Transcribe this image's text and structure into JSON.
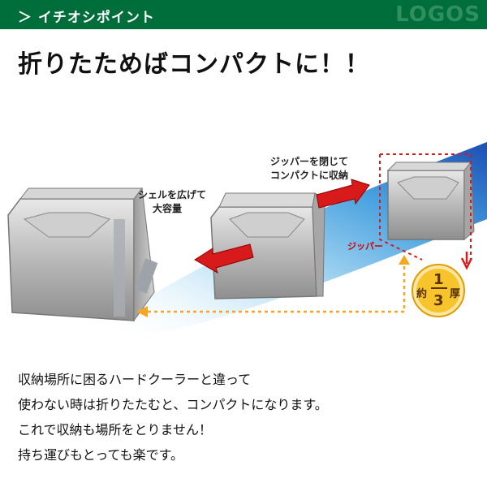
{
  "header": {
    "title": "＞ イチオシポイント",
    "logo": "LOGOS",
    "background": "#006e3a"
  },
  "headline": "折りたためばコンパクトに！！",
  "diagram": {
    "label_open": [
      "シェルを広げて",
      "大容量"
    ],
    "label_close": [
      "ジッパーを閉じて",
      "コンパクトに収納"
    ],
    "label_zipper": "ジッパー",
    "badge": {
      "prefix": "約",
      "numerator": "1",
      "denominator": "3",
      "suffix": "厚"
    },
    "colors": {
      "flow": "#1d5fc0",
      "arrow_red": "#d91a1a",
      "dotted_orange": "#f5a623",
      "badge_fill": "#f7c42b"
    }
  },
  "description": [
    "収納場所に困るハードクーラーと違って",
    "使わない時は折りたたむと、コンパクトになります。",
    "これで収納も場所をとりません！",
    "持ち運びもとっても楽です。"
  ]
}
